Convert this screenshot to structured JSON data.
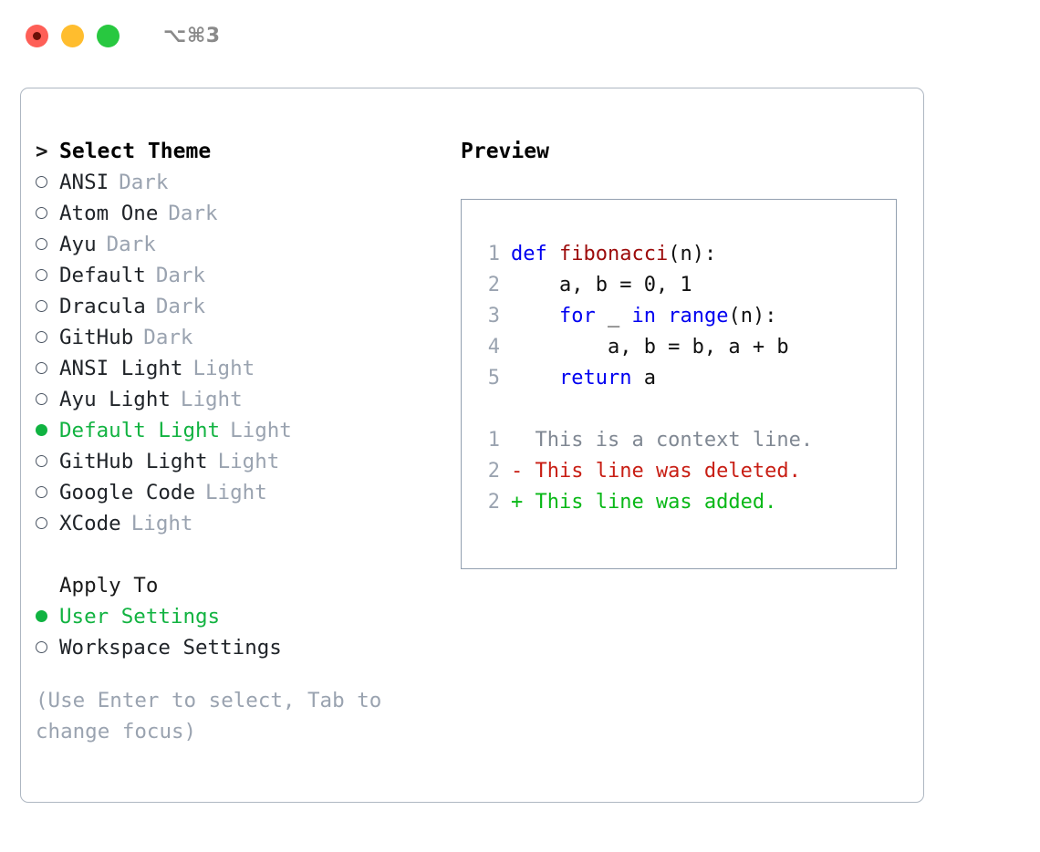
{
  "titlebar": {
    "shortcut": "⌥⌘3",
    "lights": [
      "close",
      "minimize",
      "zoom"
    ]
  },
  "left": {
    "prompt_marker": ">",
    "prompt_title": "Select Theme",
    "themes": [
      {
        "marker": "○",
        "name": "ANSI",
        "tag": "Dark",
        "selected": false
      },
      {
        "marker": "○",
        "name": "Atom One",
        "tag": "Dark",
        "selected": false
      },
      {
        "marker": "○",
        "name": "Ayu",
        "tag": "Dark",
        "selected": false
      },
      {
        "marker": "○",
        "name": "Default",
        "tag": "Dark",
        "selected": false
      },
      {
        "marker": "○",
        "name": "Dracula",
        "tag": "Dark",
        "selected": false
      },
      {
        "marker": "○",
        "name": "GitHub",
        "tag": "Dark",
        "selected": false
      },
      {
        "marker": "○",
        "name": "ANSI Light",
        "tag": "Light",
        "selected": false
      },
      {
        "marker": "○",
        "name": "Ayu Light",
        "tag": "Light",
        "selected": false
      },
      {
        "marker": "●",
        "name": "Default Light",
        "tag": "Light",
        "selected": true
      },
      {
        "marker": "○",
        "name": "GitHub Light",
        "tag": "Light",
        "selected": false
      },
      {
        "marker": "○",
        "name": "Google Code",
        "tag": "Light",
        "selected": false
      },
      {
        "marker": "○",
        "name": "XCode",
        "tag": "Light",
        "selected": false
      }
    ],
    "apply_to": {
      "heading": "Apply To",
      "options": [
        {
          "marker": "●",
          "label": "User Settings",
          "selected": true
        },
        {
          "marker": "○",
          "label": "Workspace Settings",
          "selected": false
        }
      ]
    },
    "hint": "(Use Enter to select, Tab to change focus)"
  },
  "preview": {
    "heading": "Preview",
    "code": [
      {
        "ln": "1",
        "spans": [
          {
            "text": "def ",
            "cls": "kw"
          },
          {
            "text": "fibonacci",
            "cls": "fn"
          },
          {
            "text": "(n):",
            "cls": "pl"
          }
        ]
      },
      {
        "ln": "2",
        "spans": [
          {
            "text": "    a, b = 0, 1",
            "cls": "pl"
          }
        ]
      },
      {
        "ln": "3",
        "spans": [
          {
            "text": "    ",
            "cls": "pl"
          },
          {
            "text": "for",
            "cls": "kw"
          },
          {
            "text": " _ ",
            "cls": "pl"
          },
          {
            "text": "in",
            "cls": "kw"
          },
          {
            "text": " ",
            "cls": "pl"
          },
          {
            "text": "range",
            "cls": "kw"
          },
          {
            "text": "(n):",
            "cls": "pl"
          }
        ]
      },
      {
        "ln": "4",
        "spans": [
          {
            "text": "        a, b = b, a + b",
            "cls": "pl"
          }
        ]
      },
      {
        "ln": "5",
        "spans": [
          {
            "text": "    ",
            "cls": "pl"
          },
          {
            "text": "return",
            "cls": "kw"
          },
          {
            "text": " a",
            "cls": "pl"
          }
        ]
      }
    ],
    "diff": [
      {
        "ln": "1",
        "sign": " ",
        "text": "  This is a context line.",
        "cls": "ctx"
      },
      {
        "ln": "2",
        "sign": "-",
        "text": "- This line was deleted.",
        "cls": "del"
      },
      {
        "ln": "2",
        "sign": "+",
        "text": "+ This line was added.",
        "cls": "add"
      }
    ]
  },
  "colors": {
    "accent_green": "#12b341",
    "muted": "#9aa3b0",
    "keyword_blue": "#0000f0",
    "function_red": "#9c0a0a",
    "diff_delete": "#c81e14",
    "diff_add": "#09b817",
    "border": "#aeb7c2",
    "light_red": "#fe5f57",
    "light_yellow": "#ffbd2e",
    "light_green": "#28c840"
  }
}
